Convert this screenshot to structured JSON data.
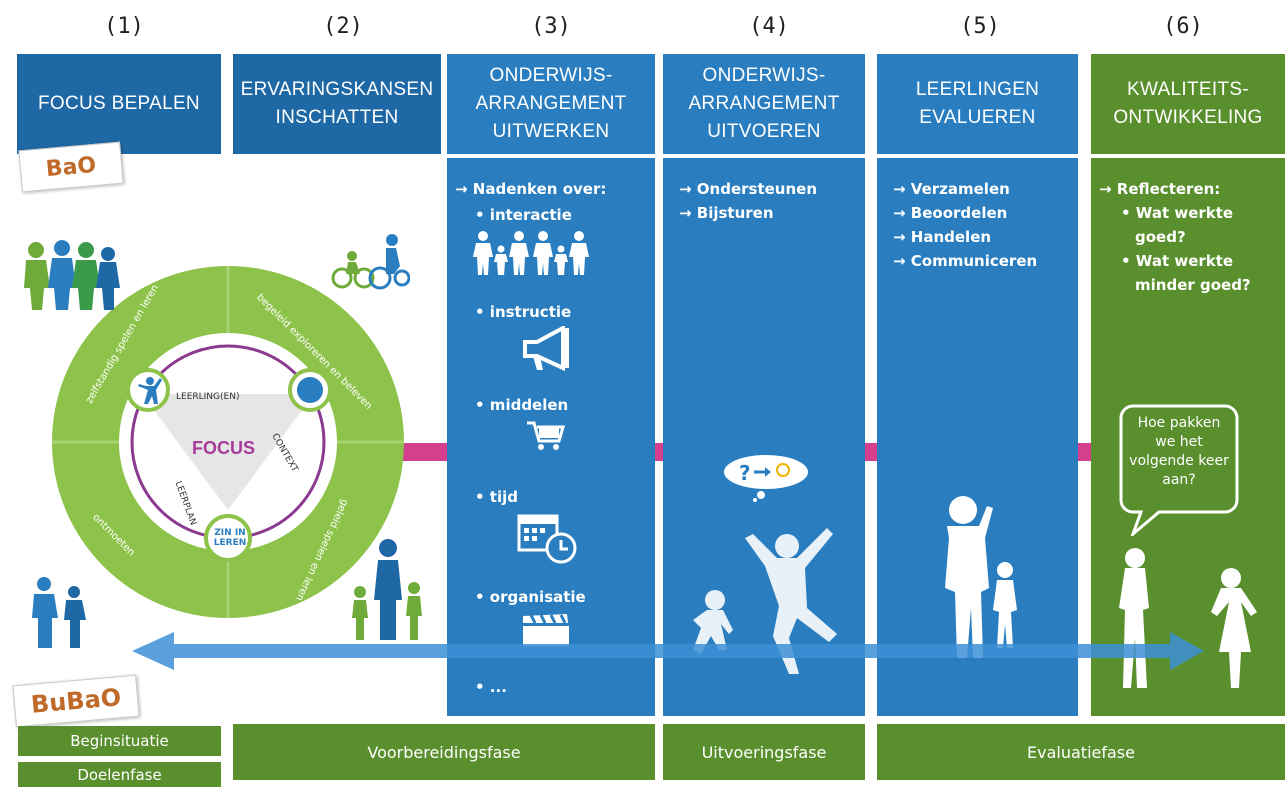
{
  "numbers": [
    "(1)",
    "(2)",
    "(3)",
    "(4)",
    "(5)",
    "(6)"
  ],
  "headers": [
    "FOCUS BEPALEN",
    "ERVARINGSKANSEN\nINSCHATTEN",
    "ONDERWIJS-\nARRANGEMENT\nUITWERKEN",
    "ONDERWIJS-\nARRANGEMENT\nUITVOEREN",
    "LEERLINGEN\nEVALUEREN",
    "KWALITEITS-\nONTWIKKELING"
  ],
  "logos": {
    "bao": "BaO",
    "bubao": "BuBaO"
  },
  "wheel": {
    "center": "FOCUS",
    "leerling": "LEERLING(EN)",
    "context": "CONTEXT",
    "leerplan": "LEERPLAN",
    "zin": "ZIN IN LEREN",
    "seg_top_left": "zelfstandig spelen en leren",
    "seg_top_right": "begeleid exploreren en beleven",
    "seg_bottom_right": "geleid spelen en leren",
    "seg_bottom_left": "ontmoeten"
  },
  "col3": {
    "intro": "→ Nadenken over:",
    "items": [
      "• interactie",
      "• instructie",
      "• middelen",
      "• tijd",
      "• organisatie",
      "• ..."
    ]
  },
  "col4": {
    "items": [
      "→ Ondersteunen",
      "→ Bijsturen"
    ]
  },
  "col5": {
    "items": [
      "→ Verzamelen",
      "→ Beoordelen",
      "→ Handelen",
      "→ Communiceren"
    ]
  },
  "col6": {
    "intro": "→ Reflecteren:",
    "items": [
      "• Wat werkte",
      "goed?",
      "• Wat werkte",
      "minder goed?"
    ],
    "bubble": "Hoe pakken\nwe het\nvolgende keer\naan?"
  },
  "phases": {
    "begin": "Beginsituatie",
    "doel": "Doelenfase",
    "voorbereiding": "Voorbereidingsfase",
    "uitvoering": "Uitvoeringsfase",
    "evaluatie": "Evaluatiefase"
  },
  "colors": {
    "header_dark_blue": "#1f68a6",
    "column_blue": "#2a7ec0",
    "green": "#5a8f2e",
    "wheel_green": "#8dc34a",
    "connector_pink": "#d63f8e",
    "arrow_blue": "#3d8fd6"
  }
}
